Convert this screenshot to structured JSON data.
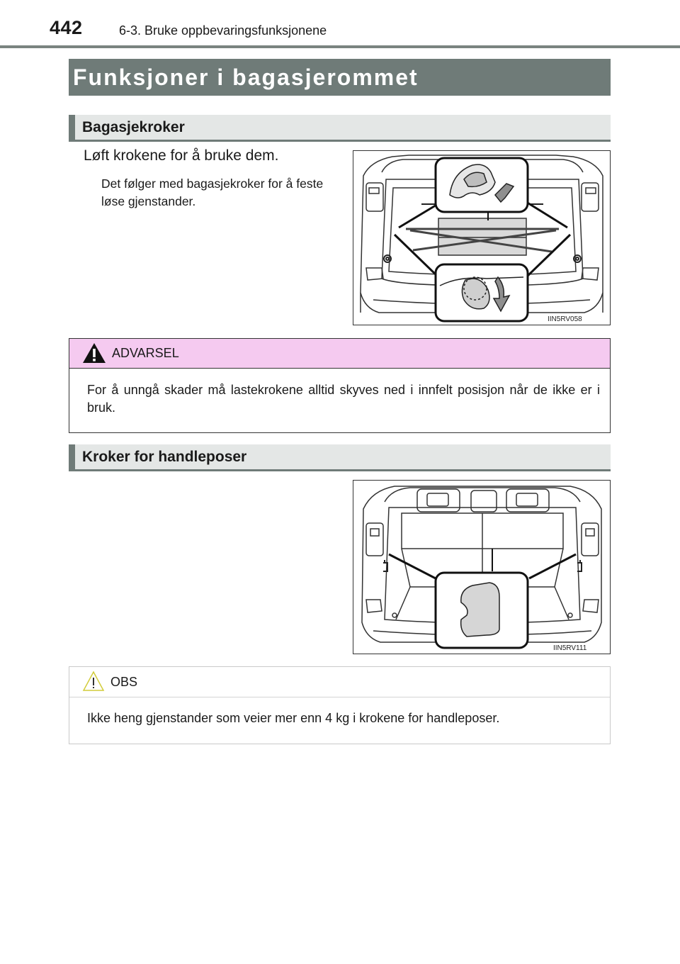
{
  "header": {
    "page_number": "442",
    "running_head": "6-3. Bruke oppbevaringsfunksjonene"
  },
  "main": {
    "title": "Funksjoner i bagasjerommet",
    "sections": [
      {
        "heading": "Bagasjekroker",
        "lead": "Løft krokene for å bruke dem.",
        "body": "Det følger med bagasjekroker for å feste løse gjenstander.",
        "figure_code": "IIN5RV058"
      },
      {
        "heading": "Kroker for handleposer",
        "figure_code": "IIN5RV111"
      }
    ],
    "warning": {
      "icon": "warning-triangle-icon",
      "title": "ADVARSEL",
      "text": "For å unngå skader må lastekrokene alltid skyves ned i innfelt posisjon når de ikke er i bruk.",
      "color": "#f5caf0"
    },
    "notice": {
      "icon": "caution-triangle-outline-icon",
      "title": "OBS",
      "text": "Ikke heng gjenstander som veier mer enn 4 kg i krokene for handleposer."
    }
  }
}
